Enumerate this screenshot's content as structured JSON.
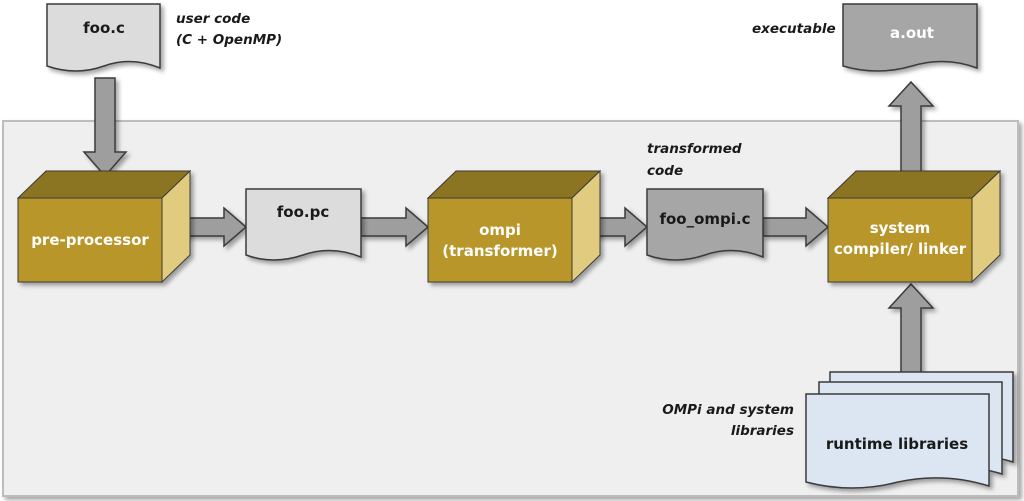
{
  "colors": {
    "panel_fill": "#efefef",
    "panel_stroke": "#bdbdbd",
    "box_front": "#b8962a",
    "box_top": "#8c7420",
    "box_side": "#e0cb7e",
    "doc_light": "#dcdcdc",
    "doc_dark": "#a6a6a6",
    "lib_fill": "#dbe6f2",
    "arrow_fill": "#9e9e9e"
  },
  "documents": {
    "source": "foo.c",
    "preprocessed": "foo.pc",
    "transformed": "foo_ompi.c",
    "executable": "a.out",
    "libraries": "runtime libraries"
  },
  "stages": {
    "preprocessor": {
      "line1": "pre-processor"
    },
    "transformer": {
      "line1": "ompi",
      "line2": "(transformer)"
    },
    "compiler": {
      "line1": "system",
      "line2": "compiler/ linker"
    }
  },
  "annotations": {
    "user_code_line1": "user code",
    "user_code_line2": "(C + OpenMP)",
    "transformed_line1": "transformed",
    "transformed_line2": "code",
    "executable": "executable",
    "libraries_line1": "OMPi and system",
    "libraries_line2": "libraries"
  }
}
